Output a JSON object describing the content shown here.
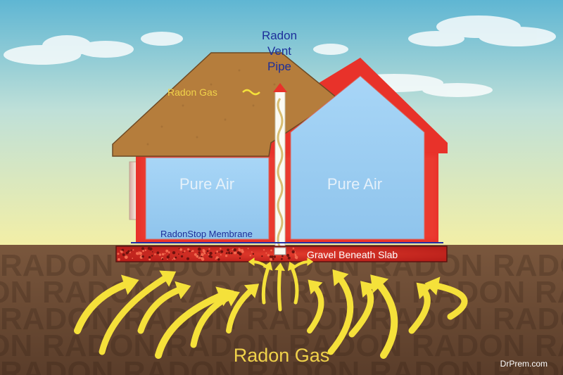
{
  "labels": {
    "vent_pipe": [
      "Radon",
      "Vent",
      "Pipe"
    ],
    "roof_gas": "Radon Gas",
    "left_room": "Pure Air",
    "right_room": "Pure Air",
    "membrane": "RadonStop Membrane",
    "gravel": "Gravel Beneath Slab",
    "ground_gas": "Radon Gas",
    "watermark": "DrPrem.com",
    "soil_pattern": "RADON"
  },
  "colors": {
    "wall_red": "#e8322a",
    "roof_brown": "#b57d3c",
    "air_blue": "#9ccdf2",
    "soil_brown": "#6b4a33",
    "arrow_yellow": "#f5e13a",
    "vent_label_blue": "#1d2f9a",
    "gas_label_yellow": "#f0d24a"
  }
}
